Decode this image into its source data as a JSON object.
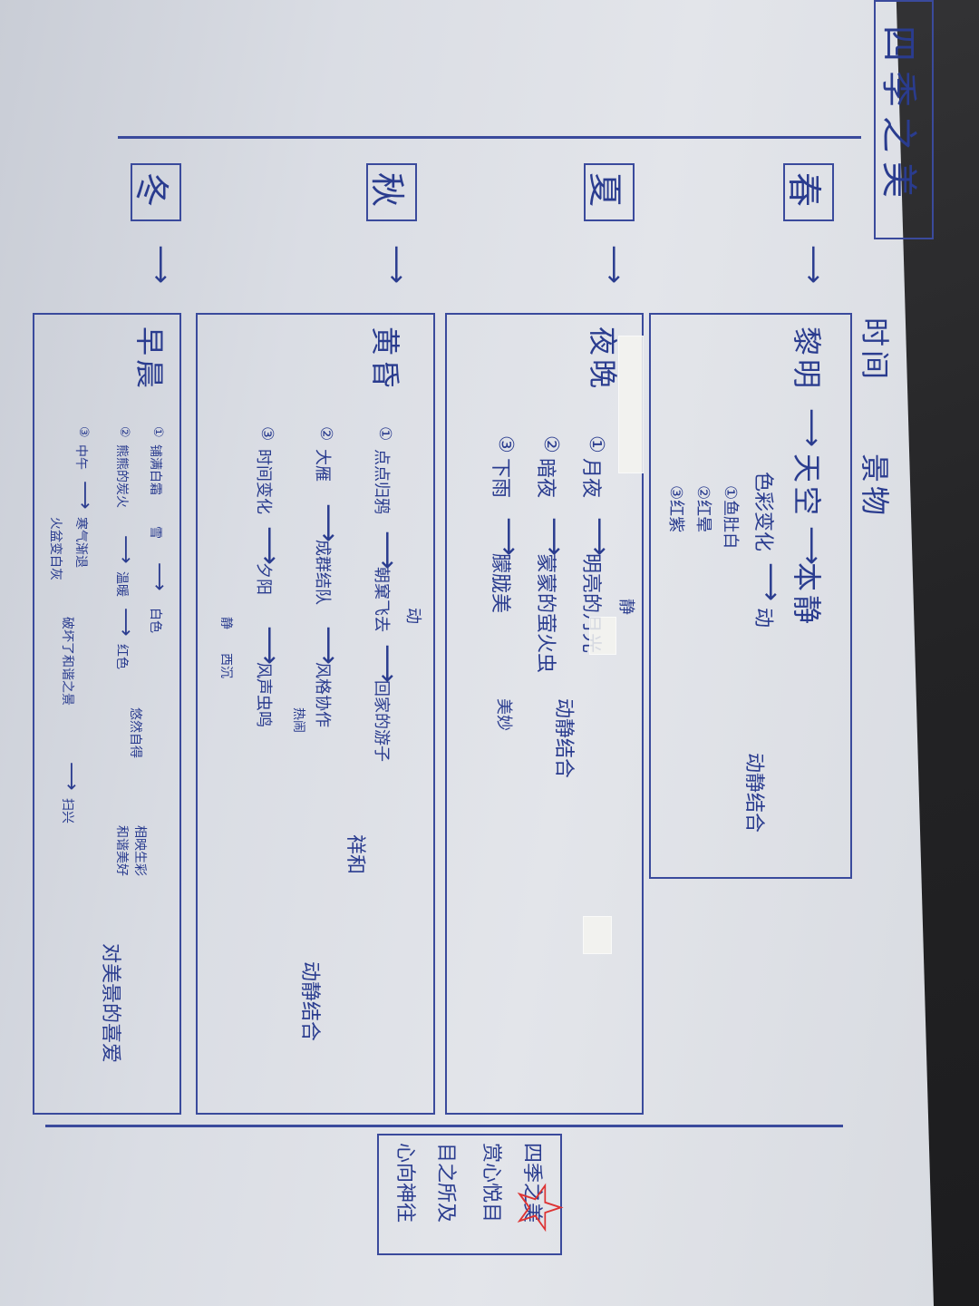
{
  "title": "四季之美",
  "headers": {
    "time": "时间",
    "scenery": "景物"
  },
  "seasons": {
    "spring": {
      "label": "春",
      "time": "黎明",
      "scenery": "天空",
      "still": "本静",
      "colors": "色彩变化",
      "move": "动",
      "notes": [
        "①鱼肚白",
        "②红晕",
        "③红紫"
      ],
      "summary": "动静结合"
    },
    "summer": {
      "label": "夏",
      "time": "夜晚",
      "items": [
        {
          "num": "①",
          "a": "月夜",
          "b": "明亮的月光"
        },
        {
          "num": "②",
          "a": "暗夜",
          "b": "蒙蒙的萤火虫"
        },
        {
          "num": "③",
          "a": "下雨",
          "b": "朦胧美"
        }
      ],
      "still": "静",
      "summary": "动静结合",
      "result": "美妙"
    },
    "autumn": {
      "label": "秋",
      "time": "黄昏",
      "items": [
        {
          "num": "①",
          "a": "点点归鸦",
          "b": "朝窠飞去",
          "c": "回家的游子"
        },
        {
          "num": "②",
          "a": "大雁",
          "b": "成群结队",
          "c": "风格协作"
        },
        {
          "num": "③",
          "a": "时间变化",
          "b": "夕阳",
          "c": "风声虫鸣"
        }
      ],
      "move": "动",
      "extras": [
        "静",
        "西沉",
        "热闹"
      ],
      "word": "祥和",
      "summary": "动静结合"
    },
    "winter": {
      "label": "冬",
      "time": "早晨",
      "items": [
        {
          "num": "①",
          "a": "铺满白霜",
          "b": "雪",
          "c": "白色"
        },
        {
          "num": "②",
          "a": "熊熊的炭火",
          "b": "温暖",
          "c": "红色"
        },
        {
          "num": "③",
          "a": "中午",
          "b": "寒气渐退",
          "c": "火盆变白灰",
          "d": "破坏了和谐之景",
          "e": "扫兴"
        }
      ],
      "extras": [
        "悠然自得",
        "相映生彩",
        "和谐美好"
      ],
      "summary": "对美景的喜爱"
    }
  },
  "conclusion": {
    "line1": "四季之美",
    "line2": "赏心悦目",
    "line3": "目之所及",
    "line4": "心向神往"
  },
  "accent_colors": {
    "ink": "#2a3c8f",
    "star": "#d33333",
    "paper": "#dcdfe5"
  }
}
